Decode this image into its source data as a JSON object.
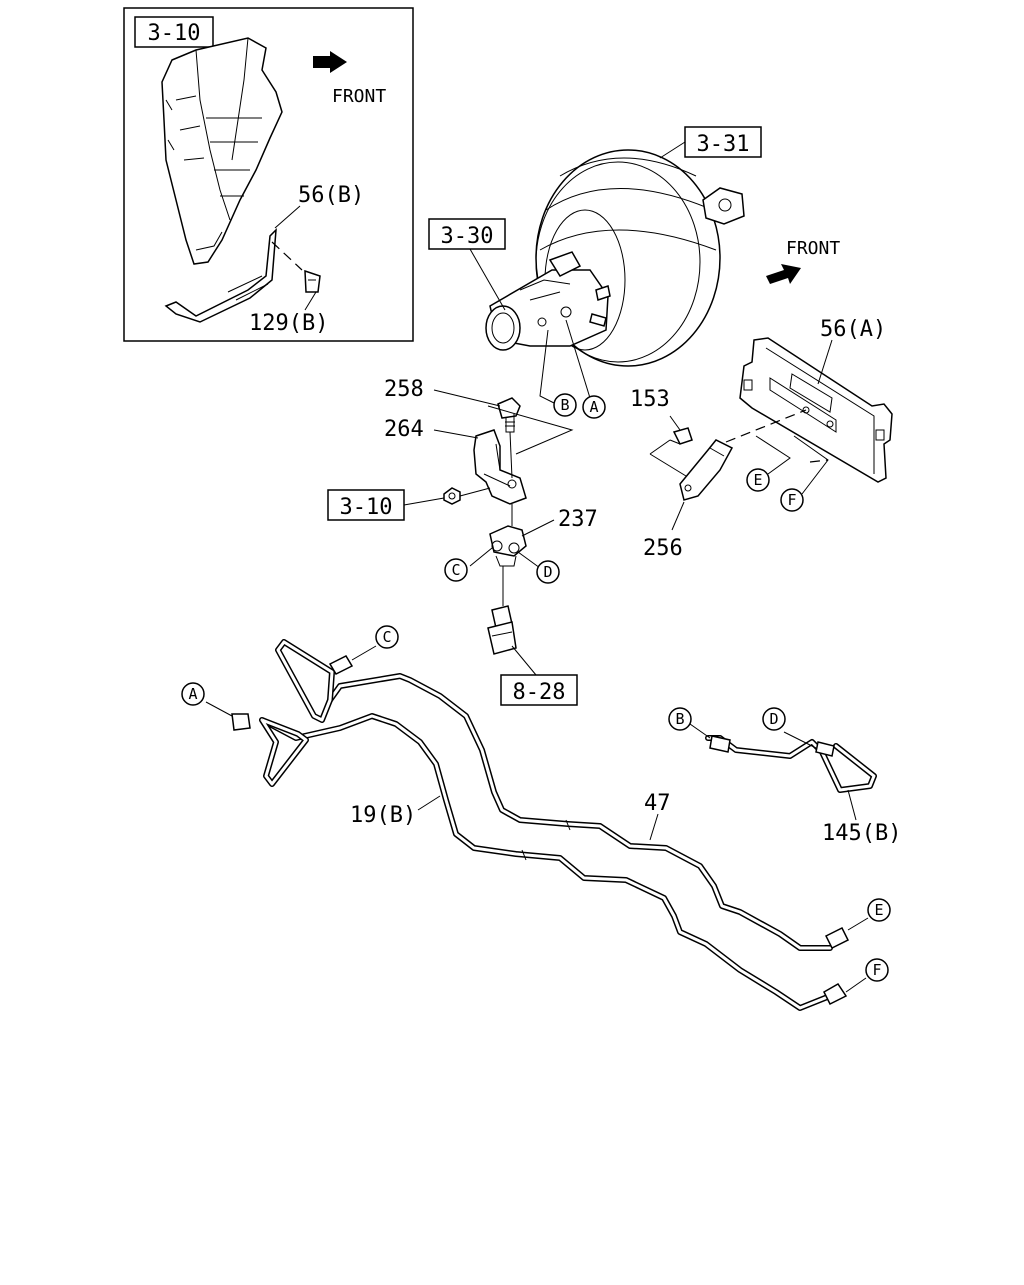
{
  "inset": {
    "ref_box": "3-10",
    "front": "FRONT",
    "label_56b": "56(B)",
    "label_129b": "129(B)"
  },
  "ref_boxes": {
    "booster": "3-31",
    "master_cyl": "3-30",
    "bracket_ref": "3-10",
    "switch_ref": "8-28"
  },
  "front_main": "FRONT",
  "labels": {
    "p56a": "56(A)",
    "p258": "258",
    "p264": "264",
    "p237": "237",
    "p153": "153",
    "p256": "256",
    "p19b": "19(B)",
    "p47": "47",
    "p145b": "145(B)"
  },
  "circles": {
    "A": "A",
    "B": "B",
    "C": "C",
    "D": "D",
    "E": "E",
    "F": "F"
  },
  "icons": [
    "arrow-icon",
    "bolt-icon",
    "nut-icon"
  ]
}
